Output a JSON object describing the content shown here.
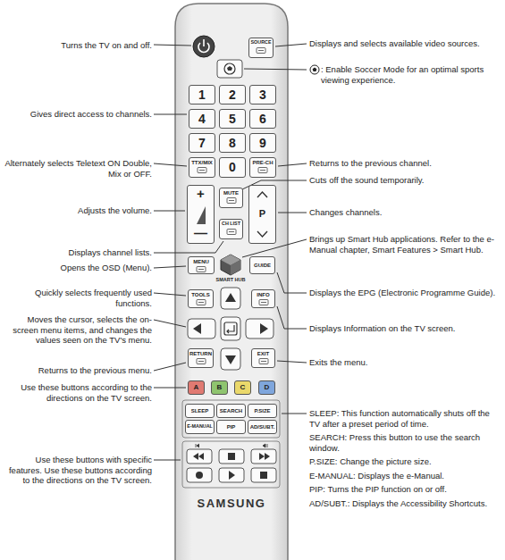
{
  "diagram": {
    "nodes": [
      {
        "text": [
          "SAMSUNG"
        ]
      },
      {
        "text": [
          "SOURCE"
        ],
        "in": 0
      },
      {
        "text": [
          "1"
        ],
        "in": 0
      },
      {
        "text": [
          "2"
        ],
        "in": 0
      },
      {
        "text": [
          "3"
        ],
        "in": 0
      },
      {
        "text": [
          "4"
        ],
        "in": 0
      },
      {
        "text": [
          "5"
        ],
        "in": 0
      },
      {
        "text": [
          "6"
        ],
        "in": 0
      },
      {
        "text": [
          "7"
        ],
        "in": 0
      },
      {
        "text": [
          "8"
        ],
        "in": 0
      },
      {
        "text": [
          "9"
        ],
        "in": 0
      },
      {
        "text": [
          "TTX/MIX"
        ],
        "in": 0
      },
      {
        "text": [
          "0"
        ],
        "in": 0
      },
      {
        "text": [
          "PRE-CH"
        ],
        "in": 0
      },
      {
        "text": [
          "+",
          "—"
        ],
        "in": 0
      },
      {
        "text": [
          "MUTE"
        ],
        "in": 0
      },
      {
        "text": [
          "P"
        ],
        "in": 0
      },
      {
        "text": [
          "CH LIST"
        ],
        "in": 0
      },
      {
        "text": [
          "MENU"
        ],
        "in": 0
      },
      {
        "text": [
          "SMART HUB"
        ],
        "in": 0
      },
      {
        "text": [
          "GUIDE"
        ],
        "in": 0
      },
      {
        "text": [
          "TOOLS"
        ],
        "in": 0
      },
      {
        "text": [
          "INFO"
        ],
        "in": 0
      },
      {
        "text": [
          "RETURN"
        ],
        "in": 0
      },
      {
        "text": [
          "EXIT"
        ],
        "in": 0
      },
      {
        "text": [
          "A"
        ],
        "in": 0
      },
      {
        "text": [
          "B"
        ],
        "in": 0
      },
      {
        "text": [
          "C"
        ],
        "in": 0
      },
      {
        "text": [
          "D"
        ],
        "in": 0
      },
      {
        "text": [
          "SLEEP"
        ],
        "in": 0
      },
      {
        "text": [
          "SEARCH"
        ],
        "in": 0
      },
      {
        "text": [
          "P.SIZE"
        ],
        "in": 0
      },
      {
        "text": [
          "E-MANUAL"
        ],
        "in": 0
      },
      {
        "text": [
          "PIP"
        ],
        "in": 0
      },
      {
        "text": [
          "AD/SUBT."
        ],
        "in": 0
      }
    ],
    "labels": [
      "Turns the TV on and off.",
      "Gives direct access to channels.",
      "Alternately selects Teletext ON Double, Mix or OFF.",
      "Adjusts the volume.",
      "Displays channel lists.",
      "Opens the OSD (Menu).",
      "Quickly selects frequently used functions.",
      "Moves the cursor, selects the on-screen menu items, and changes the values seen on the TV's menu.",
      "Returns to the previous menu.",
      "Use these buttons according to the directions on the TV screen.",
      "Use these buttons with specific features. Use these buttons according to the directions on the TV screen.",
      "Displays and selects available video sources.",
      ": Enable Soccer Mode for an optimal sports viewing experience.",
      "Returns to the previous channel.",
      "Cuts off the sound temporarily.",
      "Changes channels.",
      "Brings up Smart Hub applications. Refer to the e-Manual chapter, Smart Features > Smart Hub.",
      "Displays the EPG (Electronic Programme Guide).",
      "Displays Information on the TV screen.",
      "Exits the menu.",
      "SLEEP: This function automatically shuts off the TV after a preset period of time.",
      "SEARCH: Press this button to use the search window.",
      "P.SIZE: Change the picture size.",
      "E-MANUAL: Displays the e-Manual.",
      "PIP: Turns the PIP function on or off.",
      "AD/SUBT.: Displays the Accessibility Shortcuts."
    ]
  }
}
